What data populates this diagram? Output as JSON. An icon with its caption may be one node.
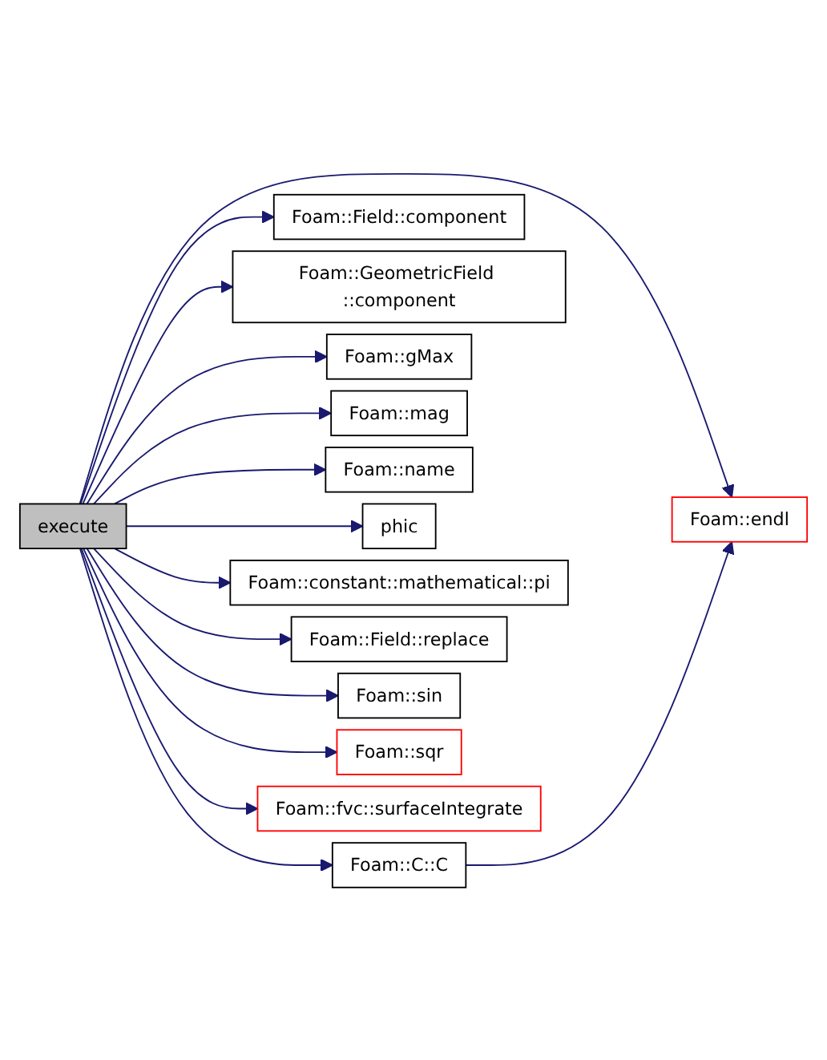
{
  "diagram": {
    "nodes": [
      {
        "text": [
          "execute"
        ]
      },
      {
        "text": [
          "Foam::C::C"
        ]
      },
      {
        "text": [
          "Foam::endl"
        ]
      },
      {
        "text": [
          "Foam::Field::component"
        ]
      },
      {
        "text": [
          "Foam::GeometricField ::component"
        ]
      },
      {
        "text": [
          "Foam::gMax"
        ]
      },
      {
        "text": [
          "Foam::mag"
        ]
      },
      {
        "text": [
          "Foam::name"
        ]
      },
      {
        "text": [
          "phic"
        ]
      },
      {
        "text": [
          "Foam::constant::mathematical::pi"
        ]
      },
      {
        "text": [
          "Foam::Field::replace"
        ]
      },
      {
        "text": [
          "Foam::sin"
        ]
      },
      {
        "text": [
          "Foam::sqr"
        ]
      },
      {
        "text": [
          "Foam::fvc::surfaceIntegrate"
        ]
      }
    ],
    "edges": [
      {
        "from": 0,
        "to": 1,
        "arrow": "to"
      },
      {
        "from": 0,
        "to": 2,
        "arrow": "to"
      },
      {
        "from": 1,
        "to": 2,
        "arrow": "to"
      },
      {
        "from": 0,
        "to": 3,
        "arrow": "to"
      },
      {
        "from": 0,
        "to": 4,
        "arrow": "to"
      },
      {
        "from": 0,
        "to": 5,
        "arrow": "to"
      },
      {
        "from": 0,
        "to": 6,
        "arrow": "to"
      },
      {
        "from": 0,
        "to": 7,
        "arrow": "to"
      },
      {
        "from": 0,
        "to": 8,
        "arrow": "to"
      },
      {
        "from": 0,
        "to": 9,
        "arrow": "to"
      },
      {
        "from": 0,
        "to": 10,
        "arrow": "to"
      },
      {
        "from": 0,
        "to": 11,
        "arrow": "to"
      },
      {
        "from": 0,
        "to": 12,
        "arrow": "to"
      },
      {
        "from": 0,
        "to": 13,
        "arrow": "to"
      }
    ]
  }
}
